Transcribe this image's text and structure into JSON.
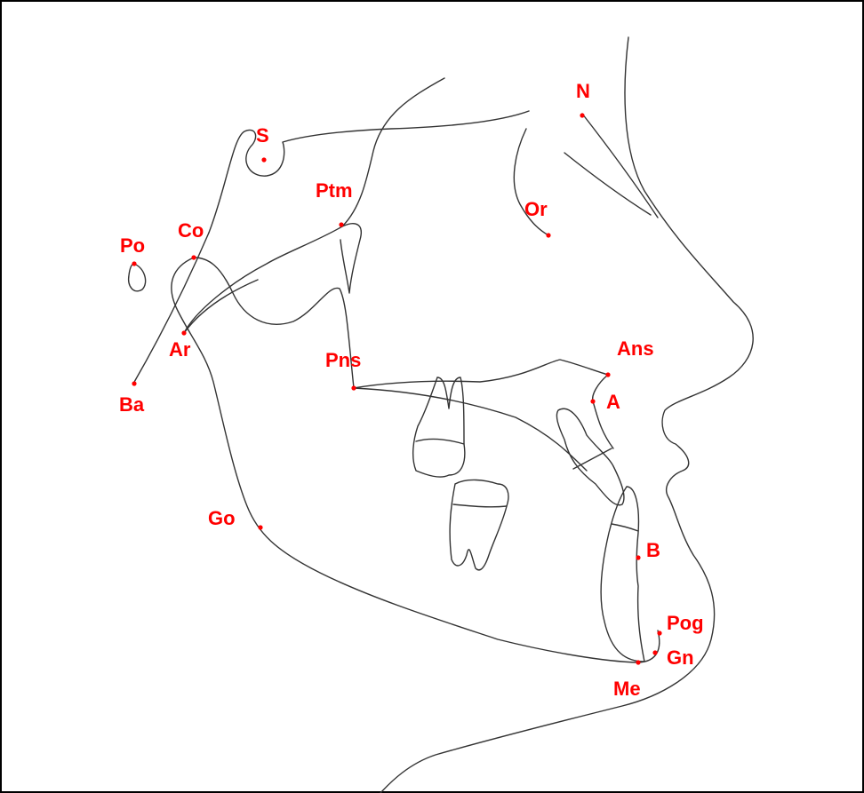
{
  "diagram": {
    "colors": {
      "landmark": "#ff0000",
      "trace": "#333333",
      "frame": "#000000",
      "background": "#ffffff"
    },
    "landmarks": [
      {
        "id": "S",
        "label": "S"
      },
      {
        "id": "N",
        "label": "N"
      },
      {
        "id": "Ptm",
        "label": "Ptm"
      },
      {
        "id": "Or",
        "label": "Or"
      },
      {
        "id": "Po",
        "label": "Po"
      },
      {
        "id": "Co",
        "label": "Co"
      },
      {
        "id": "Ar",
        "label": "Ar"
      },
      {
        "id": "Pns",
        "label": "Pns"
      },
      {
        "id": "Ans",
        "label": "Ans"
      },
      {
        "id": "A",
        "label": "A"
      },
      {
        "id": "Ba",
        "label": "Ba"
      },
      {
        "id": "Go",
        "label": "Go"
      },
      {
        "id": "B",
        "label": "B"
      },
      {
        "id": "Pog",
        "label": "Pog"
      },
      {
        "id": "Gn",
        "label": "Gn"
      },
      {
        "id": "Me",
        "label": "Me"
      }
    ]
  }
}
